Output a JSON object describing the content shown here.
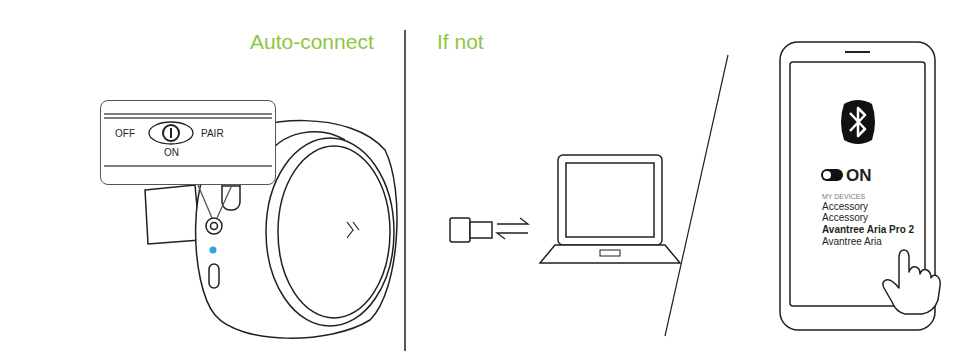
{
  "diagram": {
    "nodes": [
      {
        "text": [
          "OFF",
          "ON",
          "PAIR"
        ]
      },
      {
        "text": [
          "ON",
          "MY DEVICES",
          "Accessory",
          "Accessory",
          "Avantree Aria Pro 2",
          "Avantree Aria"
        ]
      }
    ],
    "labels": [
      "Auto-connect",
      "If not"
    ]
  }
}
